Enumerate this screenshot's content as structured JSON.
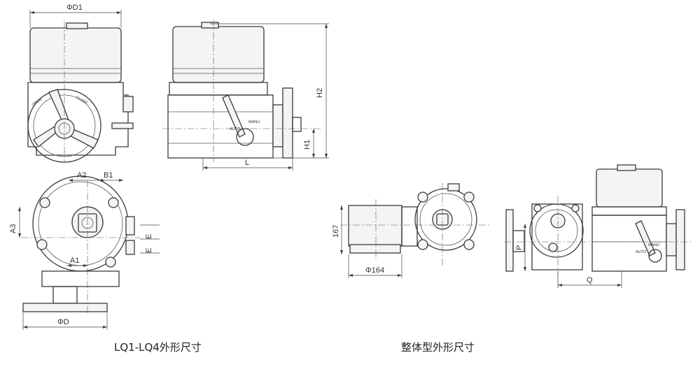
{
  "captions": {
    "left": "LQ1-LQ4外形尺寸",
    "right": "整体型外形尺寸"
  },
  "dimension_labels": {
    "phi_d1": "ΦD1",
    "h2": "H2",
    "h1": "H1",
    "l": "L",
    "a2": "A2",
    "b1": "B1",
    "a3": "A3",
    "a1": "A1",
    "e1": "E",
    "e2": "E",
    "phi_d": "ΦD",
    "dim_167": "167",
    "phi_164": "Φ164",
    "p": "P",
    "q": "Q"
  },
  "markings": {
    "open": "OPEN",
    "close": "CLOSE",
    "manu": "MANU",
    "auto": "AUTO"
  }
}
